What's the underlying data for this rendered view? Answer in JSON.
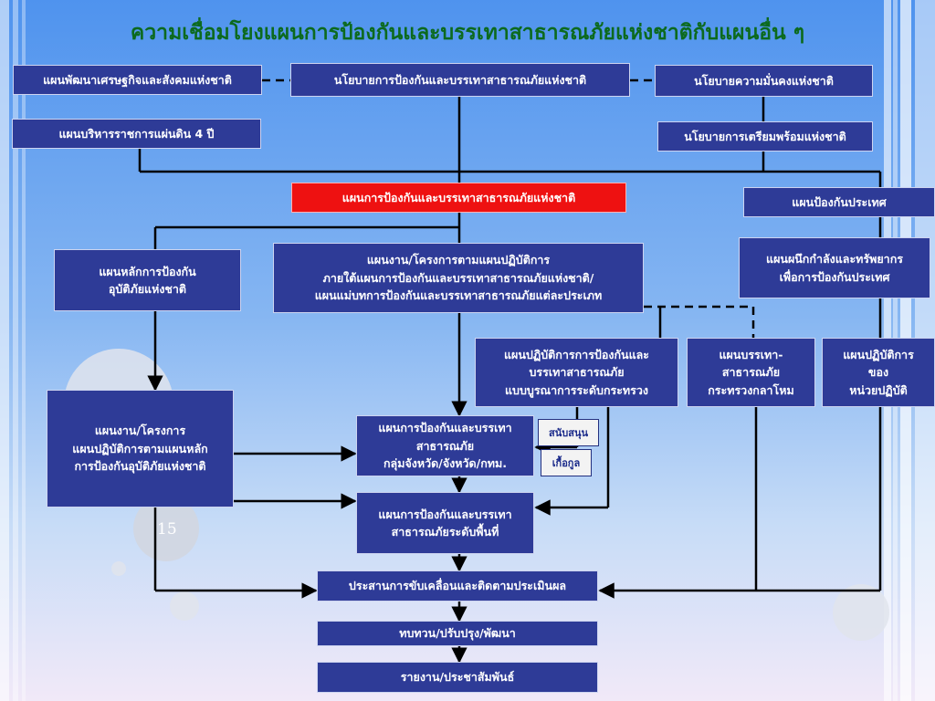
{
  "title": "ความเชื่อมโยงแผนการป้องกันและบรรเทาสาธารณภัยแห่งชาติกับแผนอื่น ๆ",
  "page_number": "15",
  "colors": {
    "box": "#2e3b97",
    "highlight": "#ee1111",
    "title": "#0c6a1e",
    "line": "#000000"
  },
  "nodes": {
    "economic_plan": "แผนพัฒนาเศรษฐกิจและสังคมแห่งชาติ",
    "national_policy": "นโยบายการป้องกันและบรรเทาสาธารณภัยแห่งชาติ",
    "security_policy": "นโยบายความมั่นคงแห่งชาติ",
    "admin_plan": "แผนบริหารราชการแผ่นดิน 4 ปี",
    "preparedness_policy": "นโยบายการเตรียมพร้อมแห่งชาติ",
    "national_plan": "แผนการป้องกันและบรรเทาสาธารณภัยแห่งชาติ",
    "defense_plan": "แผนป้องกันประเทศ",
    "principal_plan": [
      "แผนหลักการป้องกัน",
      "อุบัติภัยแห่งชาติ"
    ],
    "work_plan": [
      "แผนงาน/โครงการตามแผนปฏิบัติการ",
      "ภายใต้แผนการป้องกันและบรรเทาสาธารณภัยแห่งชาติ/",
      "แผนแม่บทการป้องกันและบรรเทาสาธารณภัยแต่ละประเภท"
    ],
    "mobilization_plan": [
      "แผนผนึกกำลังและทรัพยากร",
      "เพื่อการป้องกันประเทศ"
    ],
    "ministry_plan": [
      "แผนปฏิบัติการการป้องกันและ",
      "บรรเทาสาธารณภัย",
      "แบบบูรณาการระดับกระทรวง"
    ],
    "defense_ministry_plan": [
      "แผนบรรเทา-",
      "สาธารณภัย",
      "กระทรวงกลาโหม"
    ],
    "unit_plan": [
      "แผนปฏิบัติการ",
      "ของ",
      "หน่วยปฏิบัติ"
    ],
    "accident_projects": [
      "แผนงาน/โครงการ",
      "แผนปฏิบัติการตามแผนหลัก",
      "การป้องกันอุบัติภัยแห่งชาติ"
    ],
    "provincial_plan": [
      "แผนการป้องกันและบรรเทา",
      "สาธารณภัย",
      "กลุ่มจังหวัด/จังหวัด/กทม."
    ],
    "local_plan": [
      "แผนการป้องกันและบรรเทา",
      "สาธารณภัยระดับพื้นที่"
    ],
    "coordination": "ประสานการขับเคลื่อนและติดตามประเมินผล",
    "review": "ทบทวน/ปรับปรุง/พัฒนา",
    "report": "รายงาน/ประชาสัมพันธ์"
  },
  "tags": {
    "support": "สนับสนุน",
    "assist": "เกื้อกูล"
  }
}
